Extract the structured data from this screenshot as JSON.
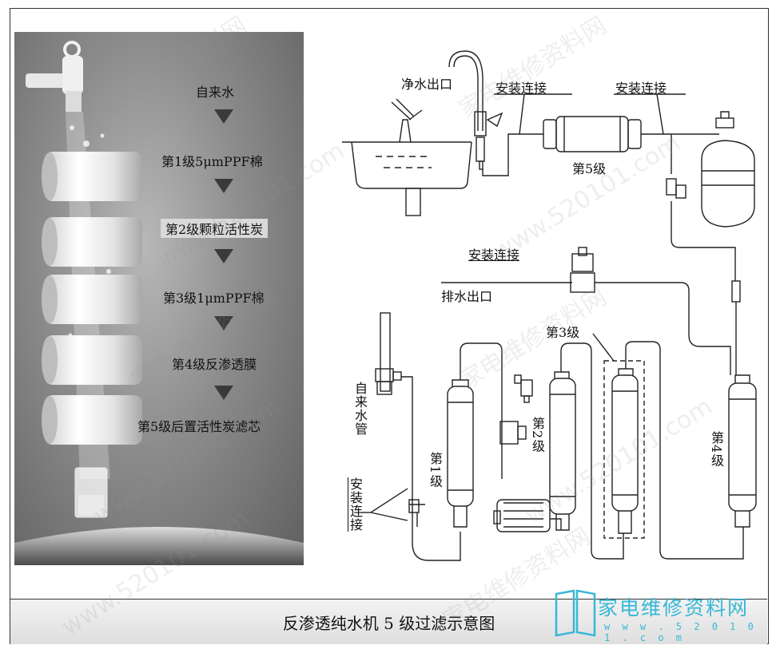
{
  "left_panel": {
    "stages": [
      {
        "label": "自来水"
      },
      {
        "label": "第1级5μmPPF棉"
      },
      {
        "label": "第2级颗粒活性炭"
      },
      {
        "label": "第3级1μmPPF棉"
      },
      {
        "label": "第4级反渗透膜"
      },
      {
        "label": "第5级后置活性炭滤芯"
      }
    ]
  },
  "diagram": {
    "labels": {
      "pure_water_outlet": "净水出口",
      "install_connect_1": "安装连接",
      "install_connect_2": "安装连接",
      "install_connect_3": "安装连接",
      "install_connect_4": "安装连接",
      "stage5": "第5级",
      "drain_outlet": "排水出口",
      "stage3": "第3级",
      "tap_water_pipe": "自来水管",
      "stage1": "第1级",
      "stage2": "第2级",
      "stage4": "第4级"
    }
  },
  "caption": "反渗透纯水机 5 级过滤示意图",
  "watermark": {
    "brand": "家电维修资料网",
    "url": "www.520101.com",
    "sub": "w w w . 5 2 0 1 0 1 . c o m"
  },
  "colors": {
    "logo": "#38b8d6",
    "line": "#222222"
  }
}
